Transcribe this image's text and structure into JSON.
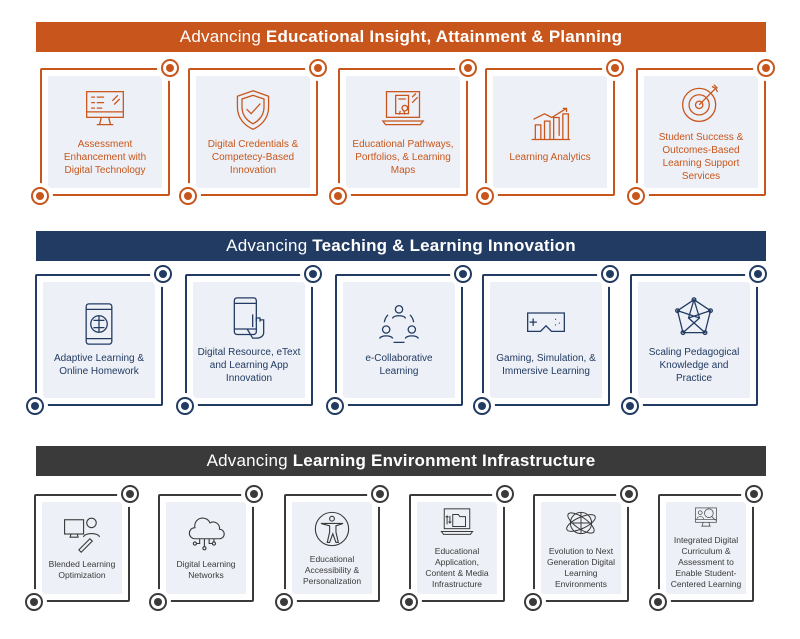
{
  "colors": {
    "orange": "#c8561c",
    "navy": "#223b63",
    "gray": "#3a3a3a"
  },
  "sections": [
    {
      "prefix": "Advancing ",
      "bold": "Educational Insight, Attainment & Planning",
      "cards": [
        {
          "label": "Assessment Enhancement with Digital Technology",
          "icon": "monitor-checklist-icon"
        },
        {
          "label": "Digital Credentials & Competecy-Based Innovation",
          "icon": "shield-check-icon"
        },
        {
          "label": "Educational Pathways, Portfolios, & Learning Maps",
          "icon": "laptop-certificate-icon"
        },
        {
          "label": "Learning Analytics",
          "icon": "bar-chart-trend-icon"
        },
        {
          "label": "Student Success & Outcomes-Based Learning Support Services",
          "icon": "target-arrow-icon"
        }
      ]
    },
    {
      "prefix": "Advancing ",
      "bold": "Teaching & Learning Innovation",
      "cards": [
        {
          "label": "Adaptive Learning & Online Homework",
          "icon": "tablet-brain-icon"
        },
        {
          "label": "Digital Resource, eText and Learning App Innovation",
          "icon": "phone-touch-icon"
        },
        {
          "label": "e-Collaborative Learning",
          "icon": "people-cycle-icon"
        },
        {
          "label": "Gaming, Simulation, & Immersive Learning",
          "icon": "vr-headset-icon"
        },
        {
          "label": "Scaling Pedagogical Knowledge and Practice",
          "icon": "network-node-icon"
        }
      ]
    },
    {
      "prefix": "Advancing ",
      "bold": "Learning Environment Infrastructure",
      "cards": [
        {
          "label": "Blended Learning Optimization",
          "icon": "monitor-person-pencil-icon"
        },
        {
          "label": "Digital Learning Networks",
          "icon": "cloud-circuit-icon"
        },
        {
          "label": "Educational Accessibility & Personalization",
          "icon": "accessibility-icon"
        },
        {
          "label": "Educational Application, Content & Media Infrastructure",
          "icon": "laptop-folder-icon"
        },
        {
          "label": "Evolution to Next Generation Digital Learning Environments",
          "icon": "globe-orbit-icon"
        },
        {
          "label": "Integrated Digital Curriculum & Assessment to Enable Student-Centered Learning",
          "icon": "monitor-magnifier-icon"
        }
      ]
    }
  ]
}
